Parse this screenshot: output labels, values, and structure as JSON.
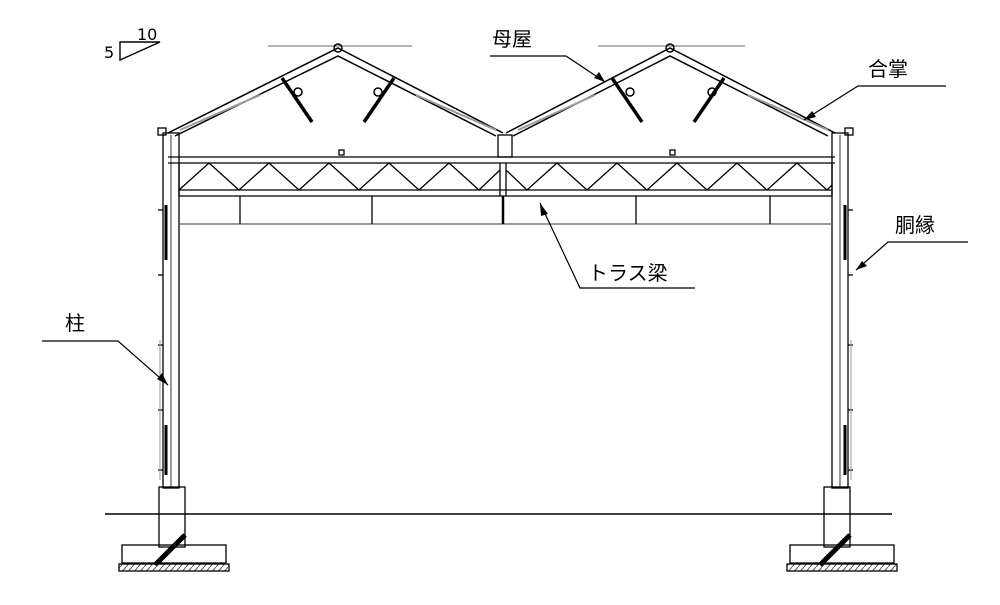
{
  "slope": {
    "rise": "5",
    "run": "10"
  },
  "labels": {
    "purlin": "母屋",
    "rafter": "合掌",
    "girt": "胴縁",
    "truss_beam": "トラス梁",
    "column": "柱"
  },
  "colors": {
    "line": "#000000",
    "light_line": "#9a9a9a",
    "hatch": "#555555"
  }
}
